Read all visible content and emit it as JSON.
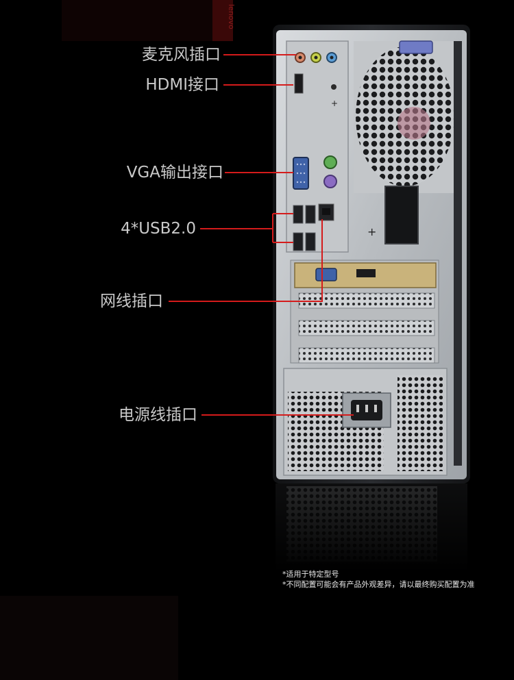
{
  "callouts": {
    "mic": "麦克风插口",
    "hdmi": "HDMI接口",
    "vga": "VGA输出接口",
    "usb": "4*USB2.0",
    "lan": "网线插口",
    "power": "电源线插口"
  },
  "case_brand_text": "lenovo",
  "notes": {
    "line1": "*适用于特定型号",
    "line2": "*不同配置可能会有产品外观差异，请以最终购买配置为准"
  },
  "colors": {
    "callout_line": "#d51b1b",
    "background": "#000000",
    "chassis": "#bcc0c4",
    "chassis_dark": "#1f2124"
  }
}
